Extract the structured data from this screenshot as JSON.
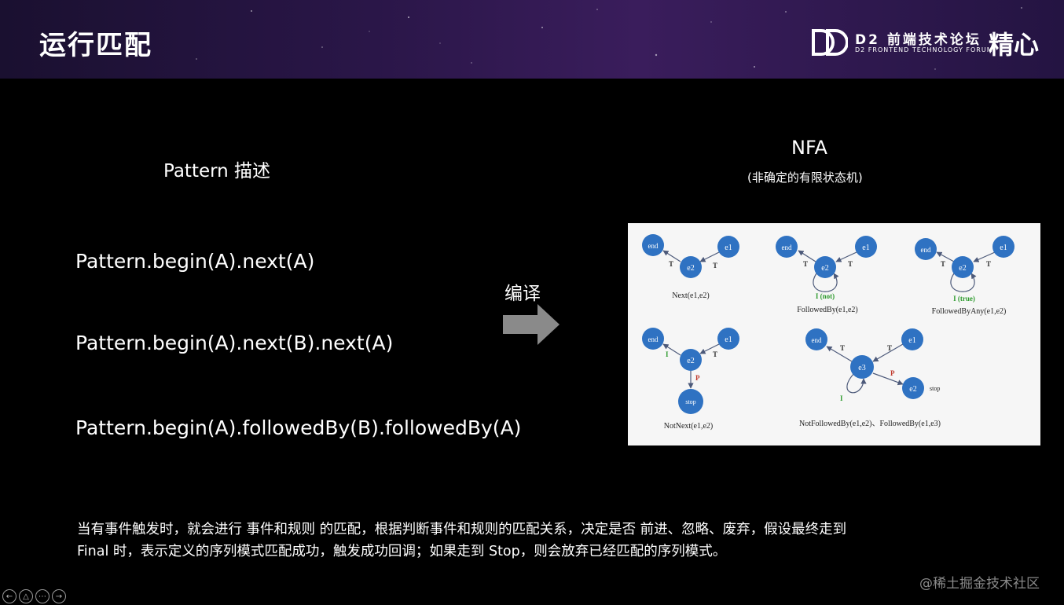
{
  "header": {
    "title": "运行匹配",
    "forum_name": "D2 前端技术论坛",
    "forum_sub": "D2 FRONTEND TECHNOLOGY FORUM",
    "brand": "精心"
  },
  "left": {
    "heading": "Pattern 描述",
    "examples": [
      "Pattern.begin(A).next(A)",
      "Pattern.begin(A).next(B).next(A)",
      "Pattern.begin(A).followedBy(B).followedBy(A)"
    ]
  },
  "middle": {
    "compile_label": "编译",
    "arrow_icon": "right-arrow-icon"
  },
  "right": {
    "title": "NFA",
    "subtitle": "(非确定的有限状态机)",
    "diagram": {
      "node_labels": {
        "end": "end",
        "e1": "e1",
        "e2": "e2",
        "e3": "e3",
        "stop": "stop"
      },
      "edge_labels": {
        "t": "T",
        "i": "I",
        "p": "P",
        "i_not": "I (not)",
        "i_true": "I (true)"
      },
      "side_stop": "stop",
      "captions": {
        "next": "Next(e1,e2)",
        "followed_by": "FollowedBy(e1,e2)",
        "followed_by_any": "FollowedByAny(e1,e2)",
        "not_next": "NotNext(e1,e2)",
        "not_followed_by": "NotFollowedBy(e1,e2)、FollowedBy(e1,e3)"
      }
    }
  },
  "description": {
    "line1": "当有事件触发时，就会进行 事件和规则 的匹配，根据判断事件和规则的匹配关系，决定是否 前进、忽略、废弃，假设最终走到",
    "line2": "Final 时，表示定义的序列模式匹配成功，触发成功回调；如果走到 Stop，则会放弃已经匹配的序列模式。"
  },
  "watermark": "@稀土掘金技术社区",
  "controls": [
    {
      "icon": "previous-icon",
      "glyph": "←"
    },
    {
      "icon": "pen-icon",
      "glyph": "△"
    },
    {
      "icon": "more-icon",
      "glyph": "⋯"
    },
    {
      "icon": "next-icon",
      "glyph": "→"
    }
  ],
  "colors": {
    "node": "#2f72c2",
    "edge": "#4d5a7a",
    "true_label": "#2e9b2e",
    "p_label": "#c0392b"
  }
}
